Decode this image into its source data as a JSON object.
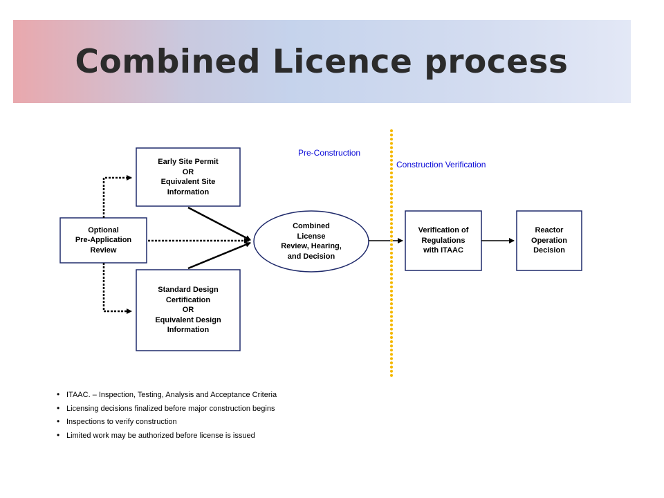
{
  "title": "Combined Licence process",
  "colors": {
    "box_border": "#1f2a6b",
    "phase_label": "#0a0ad8",
    "divider": "#f5b800",
    "arrow": "#000000"
  },
  "labels": {
    "pre_construction": "Pre-Construction",
    "construction_verification": "Construction Verification"
  },
  "boxes": {
    "optional": "Optional\nPre-Application\nReview",
    "early_site": "Early Site Permit\nOR\nEquivalent Site\nInformation",
    "standard_design": "Standard Design\nCertification\nOR\nEquivalent Design\nInformation",
    "combined": "Combined\nLicense\nReview, Hearing,\nand Decision",
    "verification": "Verification of\nRegulations\nwith ITAAC",
    "reactor": "Reactor\nOperation\nDecision"
  },
  "bullets": [
    "ITAAC. – Inspection, Testing, Analysis and Acceptance Criteria",
    "Licensing decisions finalized before major construction begins",
    "Inspections to verify construction",
    "Limited work may be authorized before license is issued"
  ]
}
